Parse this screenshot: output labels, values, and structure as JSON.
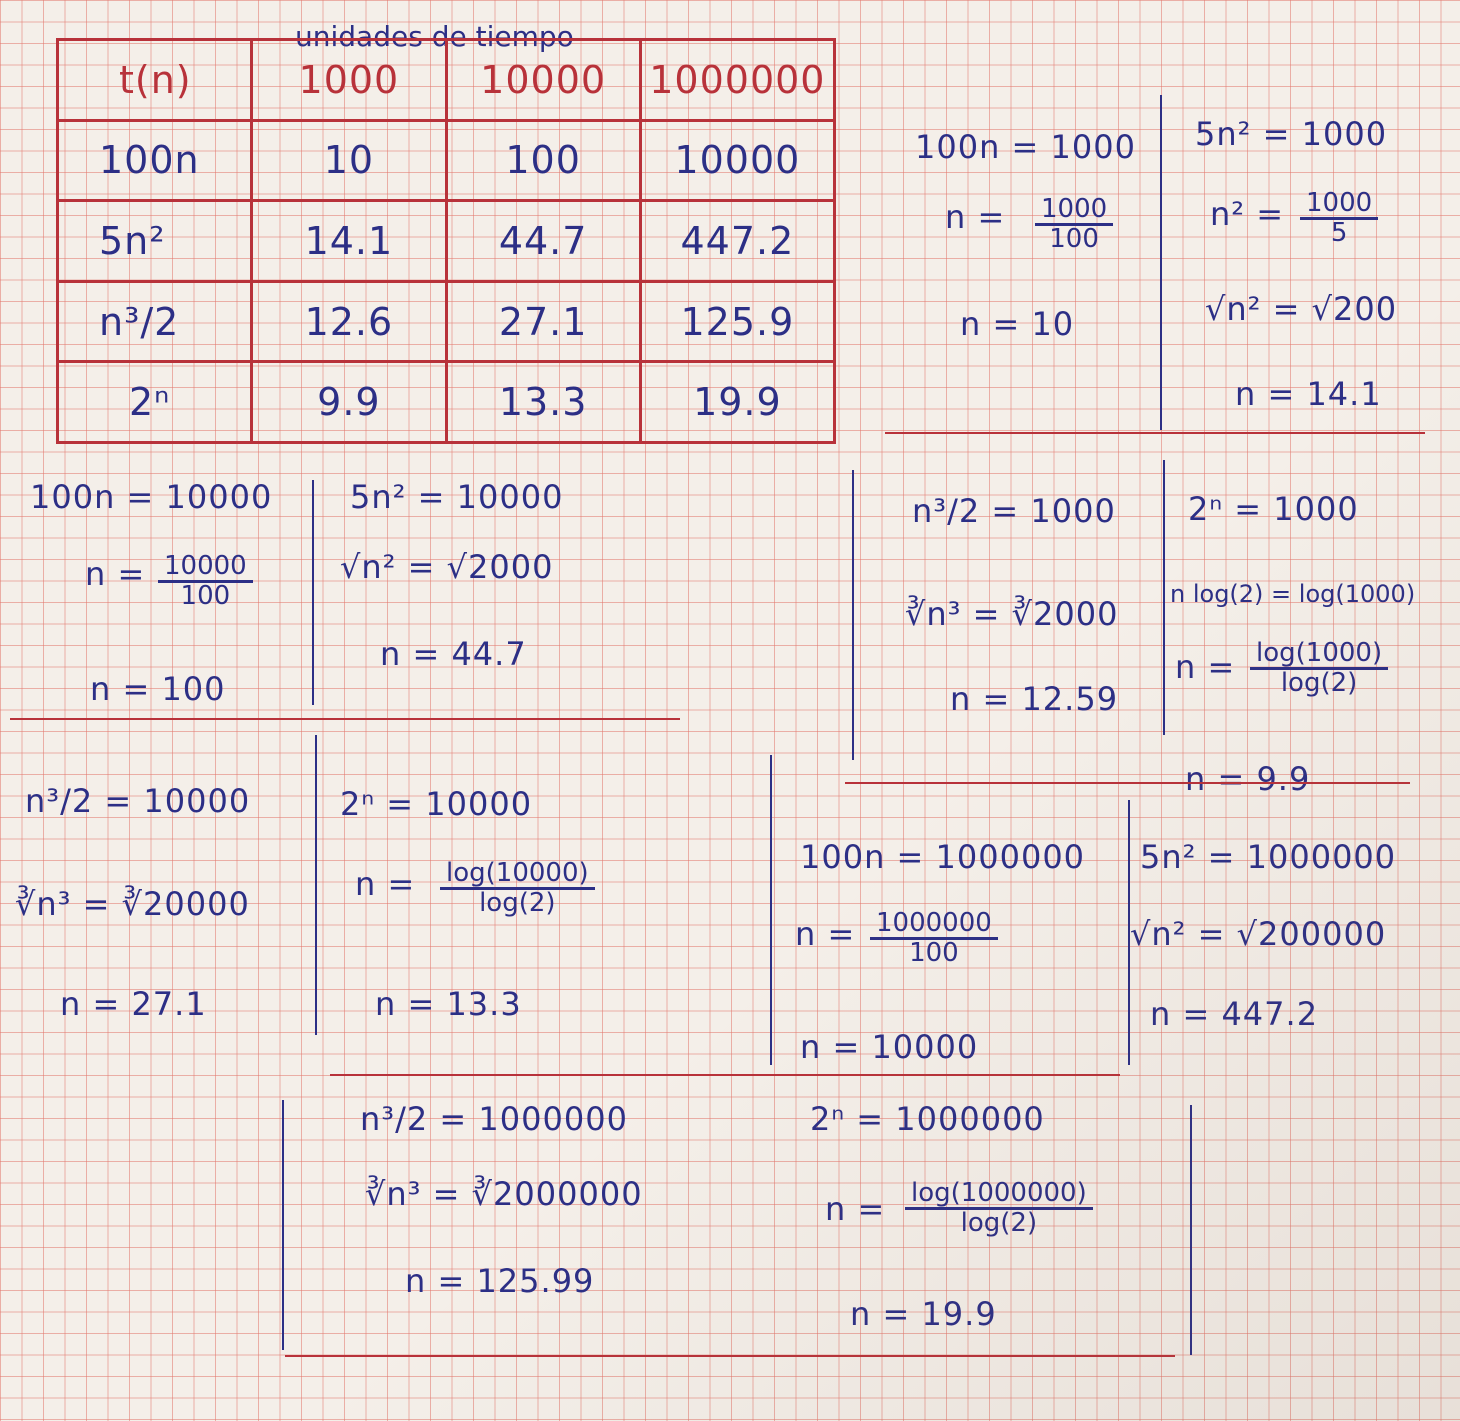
{
  "table": {
    "caption": "unidades de tiempo",
    "header": [
      "t(n)",
      "1000",
      "10000",
      "1000000"
    ],
    "rows": [
      {
        "label": "100n",
        "values": [
          "10",
          "100",
          "10000"
        ]
      },
      {
        "label": "5n²",
        "values": [
          "14.1",
          "44.7",
          "447.2"
        ]
      },
      {
        "label": "n³/2",
        "values": [
          "12.6",
          "27.1",
          "125.9"
        ]
      },
      {
        "label": "2ⁿ",
        "values": [
          "9.9",
          "13.3",
          "19.9"
        ]
      }
    ]
  },
  "b1": {
    "eq": "100n = 1000",
    "num": "1000",
    "den": "100",
    "lhs": "n =",
    "res": "n = 10"
  },
  "b2": {
    "eq": "5n² = 1000",
    "lhs": "n² =",
    "num": "1000",
    "den": "5",
    "root": "√n² = √200",
    "res": "n = 14.1"
  },
  "b3": {
    "eq": "100n = 10000",
    "lhs": "n =",
    "num": "10000",
    "den": "100",
    "res": "n = 100"
  },
  "b4": {
    "eq": "5n² = 10000",
    "root": "√n² = √2000",
    "res": "n = 44.7"
  },
  "b5": {
    "eq": "n³/2 = 1000",
    "root": "∛n³ = ∛2000",
    "res": "n = 12.59"
  },
  "b6": {
    "eq": "2ⁿ = 1000",
    "log": "n log(2) = log(1000)",
    "lhs": "n =",
    "num": "log(1000)",
    "den": "log(2)",
    "res": "n = 9.9"
  },
  "b7": {
    "eq": "n³/2 = 10000",
    "root": "∛n³ = ∛20000",
    "res": "n = 27.1"
  },
  "b8": {
    "eq": "2ⁿ = 10000",
    "lhs": "n =",
    "num": "log(10000)",
    "den": "log(2)",
    "res": "n = 13.3"
  },
  "b9": {
    "eq": "100n = 1000000",
    "lhs": "n =",
    "num": "1000000",
    "den": "100",
    "res": "n = 10000"
  },
  "b10": {
    "eq": "5n² = 1000000",
    "root": "√n² = √200000",
    "res": "n = 447.2"
  },
  "b11": {
    "eq": "n³/2 = 1000000",
    "root": "∛n³ = ∛2000000",
    "res": "n = 125.99"
  },
  "b12": {
    "eq": "2ⁿ = 1000000",
    "lhs": "n =",
    "num": "log(1000000)",
    "den": "log(2)",
    "res": "n = 19.9"
  },
  "colors": {
    "ink": "#2c2f86",
    "red_ink": "#b8323a",
    "paper": "#f4efe9",
    "grid": "#e2786e"
  }
}
